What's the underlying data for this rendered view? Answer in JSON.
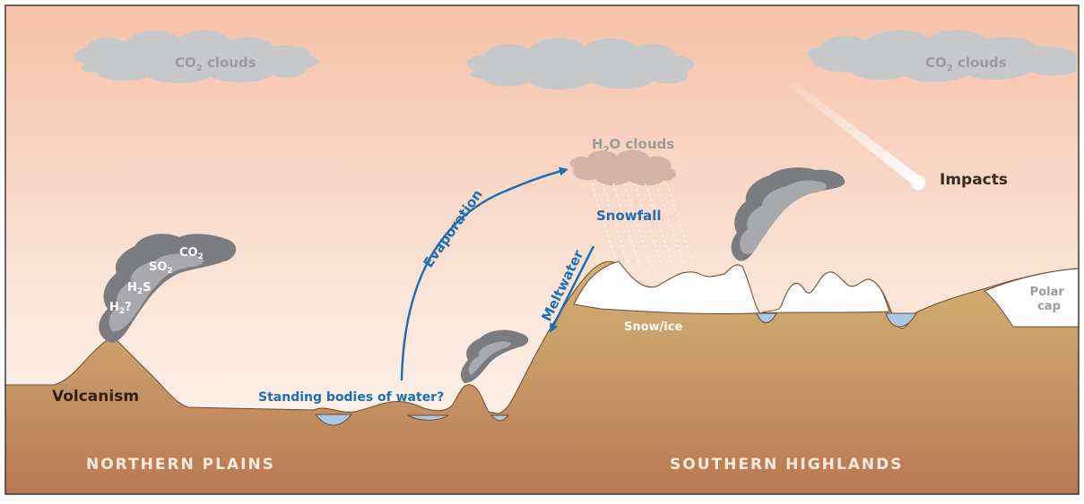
{
  "labels": {
    "co2_clouds_left_main": "CO",
    "co2_clouds_left_sub": "2",
    "co2_clouds_left_tail": " clouds",
    "co2_clouds_right_main": "CO",
    "co2_clouds_right_sub": "2",
    "co2_clouds_right_tail": " clouds",
    "h2o_clouds_main": "H",
    "h2o_clouds_sub": "2",
    "h2o_clouds_tail": "O clouds",
    "impacts": "Impacts",
    "snowfall": "Snowfall",
    "evaporation": "Evaporation",
    "meltwater": "Meltwater",
    "standing_water": "Standing bodies of water?",
    "volcanism": "Volcanism",
    "snow_ice": "Snow/ice",
    "polar_cap_line1": "Polar",
    "polar_cap_line2": "cap",
    "northern_plains": "NORTHERN PLAINS",
    "southern_highlands": "SOUTHERN HIGHLANDS"
  },
  "gases": {
    "co2_main": "CO",
    "co2_sub": "2",
    "so2_main": "SO",
    "so2_sub": "2",
    "h2s_main": "H",
    "h2s_sub": "2",
    "h2s_tail": "S",
    "h2_main": "H",
    "h2_sub": "2",
    "h2_tail": "?"
  },
  "colors": {
    "sky_top": "#f6c6ae",
    "sky_bottom": "#fdf1ea",
    "ground_top": "#cfae6f",
    "ground_bottom": "#b97c55",
    "water": "#a9c8e3",
    "arrow_blue": "#1f6fb5",
    "plume_dark": "#7b7d80",
    "plume_light": "#a5a7aa",
    "cloud_grey": "#c9c9cb",
    "h2o_cloud": "#d6b4a8"
  }
}
